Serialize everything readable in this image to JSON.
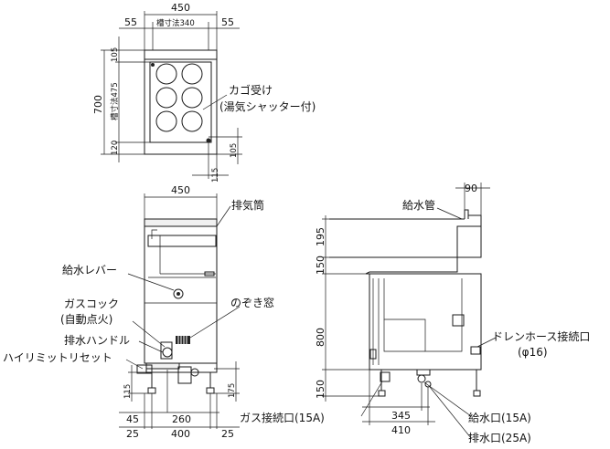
{
  "top_view": {
    "width_total": "450",
    "width_inner": "槽寸法340",
    "margin_left": "55",
    "margin_right": "55",
    "height_total": "700",
    "height_inner": "槽寸法475",
    "top_offset": "105",
    "bottom_offset": "120",
    "right_bottom_offset": "105",
    "drain_offset": "115"
  },
  "front_view": {
    "width": "450",
    "leg_height": "115",
    "foot_height": "175",
    "dim_45": "45",
    "dim_260": "260",
    "dim_25_left": "25",
    "dim_400": "400",
    "dim_25_right": "25"
  },
  "side_view": {
    "top_width": "90",
    "h_195": "195",
    "h_150_top": "150",
    "h_800": "800",
    "h_150_bottom": "150",
    "d_345": "345",
    "d_410": "410"
  },
  "labels": {
    "basket_holder_1": "カゴ受け",
    "basket_holder_2": "(湯気シャッター付)",
    "exhaust": "排気筒",
    "water_lever": "給水レバー",
    "gas_cock_1": "ガスコック",
    "gas_cock_2": "(自動点火)",
    "peep_window": "のぞき窓",
    "drain_handle": "排水ハンドル",
    "high_limit_reset": "ハイリミットリセット",
    "gas_connection": "ガス接続口(15A)",
    "water_pipe": "給水管",
    "drain_hose_1": "ドレンホース接続口",
    "drain_hose_2": "(φ16)",
    "water_inlet": "給水口(15A)",
    "drain_outlet": "排水口(25A)"
  }
}
